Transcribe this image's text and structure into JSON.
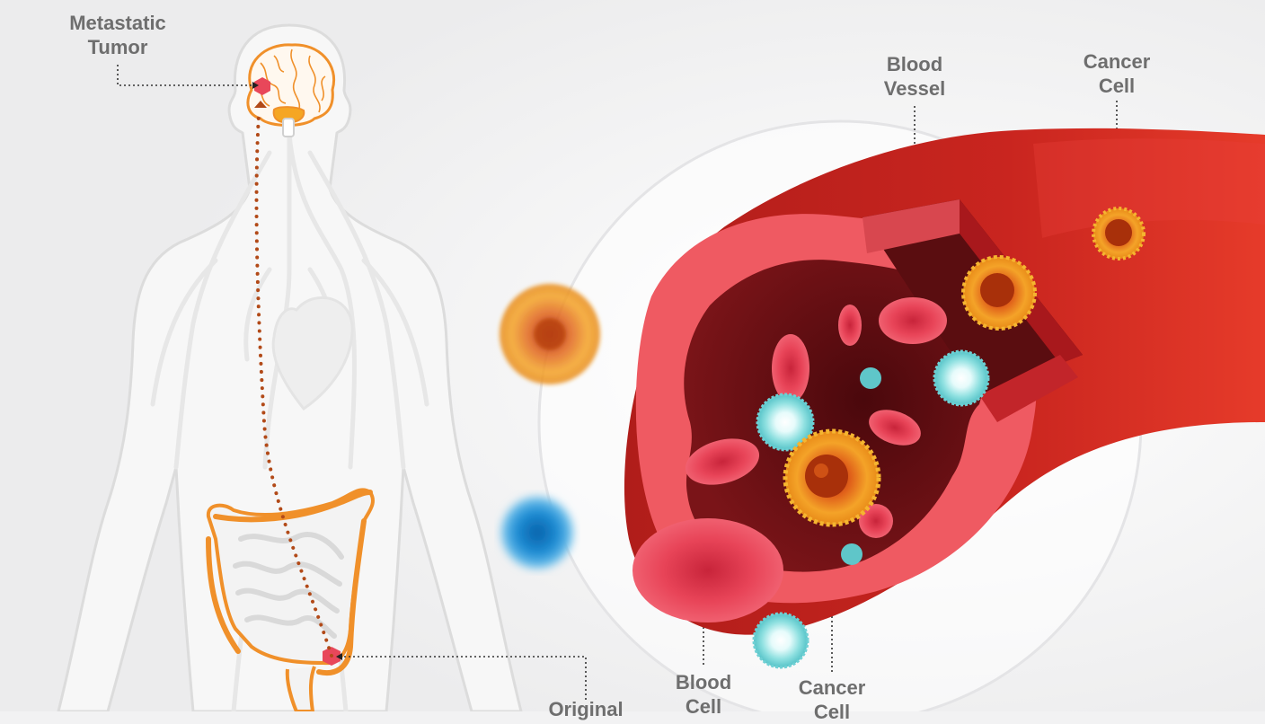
{
  "labels": {
    "metastatic_tumor": "Metastatic\nTumor",
    "original_tumor": "Original",
    "blood_vessel": "Blood\nVessel",
    "cancer_cell_top": "Cancer\nCell",
    "blood_cell": "Blood\nCell",
    "cancer_cell_bottom": "Cancer\nCell"
  },
  "colors": {
    "background": "#f2f2f3",
    "body_fill": "#f7f7f7",
    "organ_orange": "#f0902a",
    "tumor_red": "#e8475a",
    "vessel_red": "#c8231e",
    "vessel_inner": "#ef5a62",
    "lumen_dark": "#5a0d10",
    "red_blood_cell": "#e8394d",
    "white_blood_cell": "#8fe3e3",
    "cancer_cell": "#f0a020",
    "label_text": "#6e6e6e"
  }
}
